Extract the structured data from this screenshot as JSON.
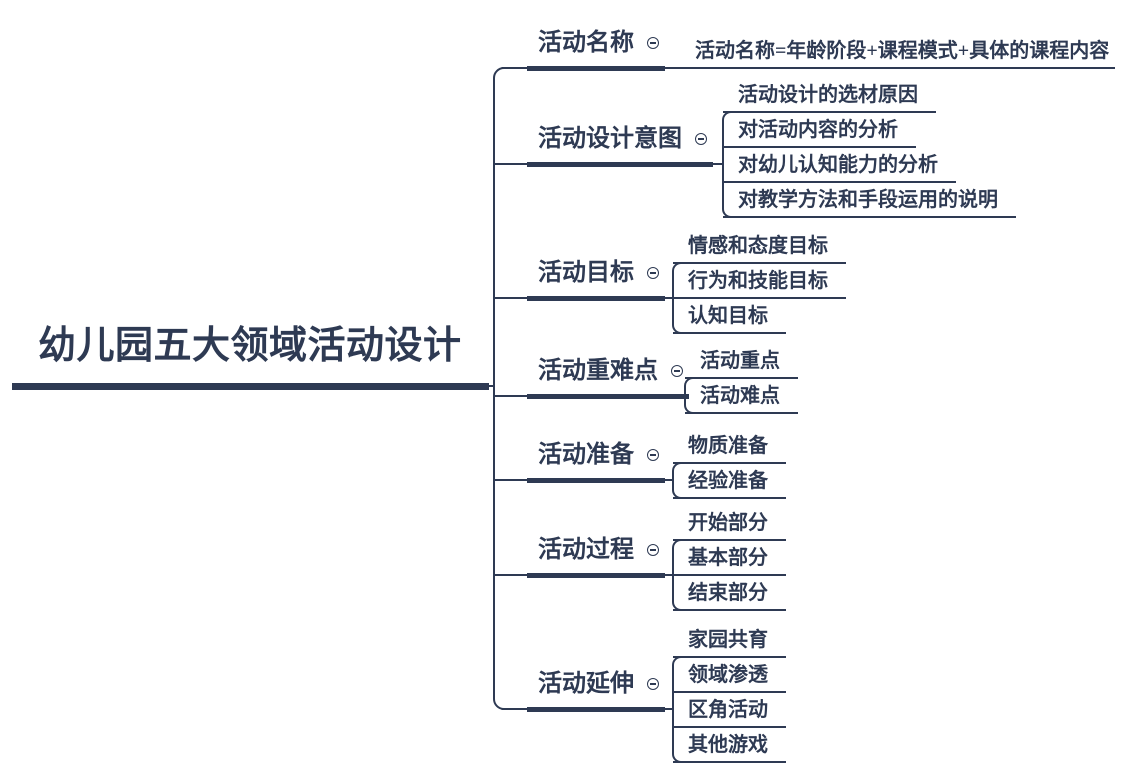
{
  "colors": {
    "ink": "#2e3a53",
    "background": "#ffffff"
  },
  "icons": {
    "collapse": "minus-circle"
  },
  "root": {
    "label": "幼儿园五大领域活动设计"
  },
  "branches": [
    {
      "label": "活动名称",
      "children": [
        "活动名称=年龄阶段+课程模式+具体的课程内容"
      ]
    },
    {
      "label": "活动设计意图",
      "children": [
        "活动设计的选材原因",
        "对活动内容的分析",
        "对幼儿认知能力的分析",
        "对教学方法和手段运用的说明"
      ]
    },
    {
      "label": "活动目标",
      "children": [
        "情感和态度目标",
        "行为和技能目标",
        "认知目标"
      ]
    },
    {
      "label": "活动重难点",
      "children": [
        "活动重点",
        "活动难点"
      ]
    },
    {
      "label": "活动准备",
      "children": [
        "物质准备",
        "经验准备"
      ]
    },
    {
      "label": "活动过程",
      "children": [
        "开始部分",
        "基本部分",
        "结束部分"
      ]
    },
    {
      "label": "活动延伸",
      "children": [
        "家园共育",
        "领域渗透",
        "区角活动",
        "其他游戏"
      ]
    }
  ]
}
